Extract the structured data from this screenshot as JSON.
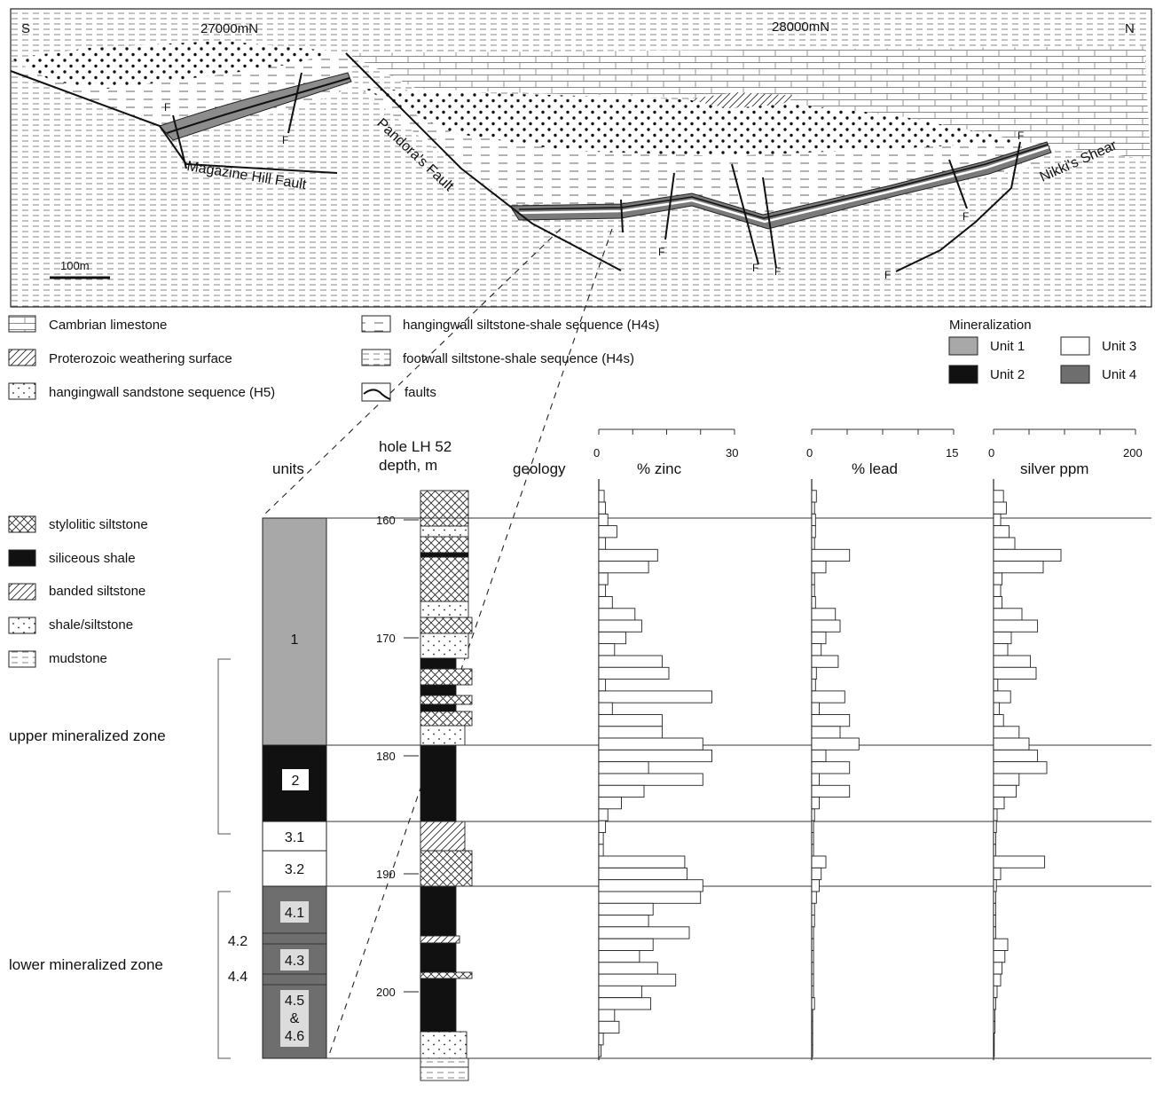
{
  "section": {
    "south": "S",
    "north": "N",
    "grid_left": "27000mN",
    "grid_right": "28000mN",
    "scale": "100m",
    "fault_names": [
      "Magazine Hill Fault",
      "Pandora's Fault",
      "Nikki's Shear"
    ],
    "fault_tag": "F"
  },
  "legend_top": [
    {
      "label": "Cambrian limestone",
      "pattern": "limestone"
    },
    {
      "label": "Proterozoic weathering surface",
      "pattern": "hatch"
    },
    {
      "label": "hangingwall sandstone sequence (H5)",
      "pattern": "dots"
    },
    {
      "label": "hangingwall siltstone-shale sequence (H4s)",
      "pattern": "dash"
    },
    {
      "label": "footwall siltstone-shale sequence (H4s)",
      "pattern": "dashfine"
    },
    {
      "label": "faults",
      "pattern": "fault"
    }
  ],
  "mineralization": {
    "title": "Mineralization",
    "units": [
      {
        "label": "Unit 1",
        "color": "#a8a8a8"
      },
      {
        "label": "Unit 2",
        "color": "#111111"
      },
      {
        "label": "Unit 3",
        "color": "#ffffff"
      },
      {
        "label": "Unit 4",
        "color": "#6e6e6e"
      }
    ]
  },
  "legend_left": [
    {
      "label": "stylolitic siltstone",
      "pattern": "cross"
    },
    {
      "label": "siliceous shale",
      "pattern": "solid"
    },
    {
      "label": "banded siltstone",
      "pattern": "hatch"
    },
    {
      "label": "shale/siltstone",
      "pattern": "dots"
    },
    {
      "label": "mudstone",
      "pattern": "dashfine"
    }
  ],
  "log": {
    "col_units": "units",
    "col_hole": "hole LH 52",
    "col_depth": "depth, m",
    "col_geology": "geology",
    "depth_ticks": [
      "160",
      "170",
      "180",
      "190",
      "200"
    ],
    "zones": [
      "upper mineralized zone",
      "lower mineralized zone"
    ],
    "unit_labels": [
      "1",
      "2",
      "3.1",
      "3.2",
      "4.1",
      "4.2",
      "4.3",
      "4.4",
      "4.5",
      "&",
      "4.6"
    ]
  },
  "chart_data": {
    "type": "bar",
    "orientation": "horizontal",
    "y_label": "depth, m",
    "y_ticks": [
      160,
      170,
      180,
      190,
      200
    ],
    "depth_from": 157.5,
    "depth_step": 1,
    "panels": [
      {
        "label": "% zinc",
        "range_labels": [
          "0",
          "30"
        ],
        "xlim": [
          0,
          30
        ],
        "values": [
          1.2,
          1.5,
          2,
          4,
          1.5,
          13,
          11,
          2,
          1.5,
          3,
          8,
          9.5,
          6,
          3.5,
          14,
          15.5,
          1.5,
          25,
          3,
          14,
          14,
          23,
          25,
          11,
          23,
          10,
          5,
          2,
          1.5,
          1,
          1,
          19,
          19.5,
          23,
          22.5,
          12,
          11,
          20,
          12,
          9,
          13,
          17,
          9.5,
          11.5,
          3.5,
          4.5,
          1,
          0.5
        ]
      },
      {
        "label": "% lead",
        "range_labels": [
          "0",
          "15"
        ],
        "xlim": [
          0,
          15
        ],
        "values": [
          0.5,
          0.3,
          0.4,
          0.4,
          0.3,
          4,
          1.5,
          0.3,
          0.3,
          0.4,
          2.5,
          3,
          1.5,
          1,
          2.8,
          0.5,
          0.4,
          3.5,
          0.8,
          4,
          3,
          5,
          1.5,
          4,
          0.8,
          4,
          0.8,
          0.3,
          0.2,
          0.2,
          0.2,
          1.5,
          1,
          0.8,
          0.5,
          0.3,
          0.3,
          0.2,
          0.2,
          0.2,
          0.2,
          0.2,
          0.2,
          0.3,
          0.1,
          0.1,
          0.1,
          0.1
        ]
      },
      {
        "label": "silver ppm",
        "range_labels": [
          "0",
          "200"
        ],
        "xlim": [
          0,
          200
        ],
        "values": [
          14,
          18,
          10,
          22,
          30,
          95,
          70,
          12,
          10,
          12,
          40,
          62,
          25,
          20,
          52,
          60,
          6,
          24,
          8,
          14,
          36,
          50,
          62,
          75,
          36,
          32,
          15,
          5,
          4,
          3,
          3,
          72,
          10,
          4,
          3,
          3,
          3,
          3,
          20,
          16,
          12,
          10,
          5,
          3,
          2,
          2,
          1,
          1
        ]
      }
    ]
  }
}
